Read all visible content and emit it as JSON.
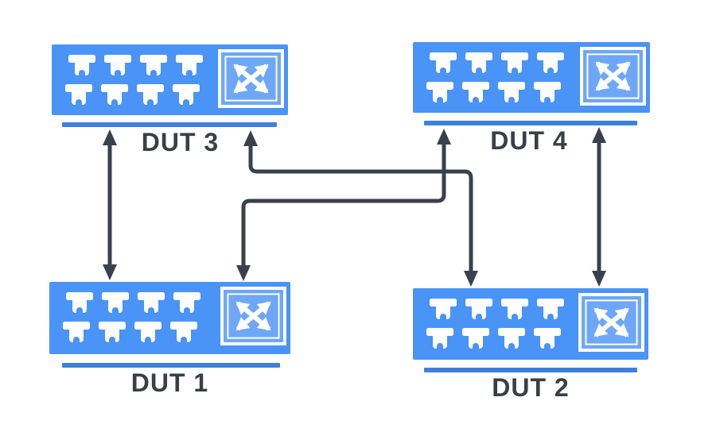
{
  "diagram": {
    "devices": [
      {
        "id": "dut-3",
        "label": "DUT 3",
        "position": "top-left",
        "ports": 8
      },
      {
        "id": "dut-4",
        "label": "DUT 4",
        "position": "top-right",
        "ports": 8
      },
      {
        "id": "dut-1",
        "label": "DUT 1",
        "position": "bottom-left",
        "ports": 8
      },
      {
        "id": "dut-2",
        "label": "DUT 2",
        "position": "bottom-right",
        "ports": 8
      }
    ],
    "connections": [
      {
        "from": "DUT 3",
        "to": "DUT 1",
        "bidirectional": true,
        "route": "straight-vertical-left"
      },
      {
        "from": "DUT 4",
        "to": "DUT 2",
        "bidirectional": true,
        "route": "straight-vertical-right"
      },
      {
        "from": "DUT 3",
        "to": "DUT 2",
        "bidirectional": true,
        "route": "stepped-cross-upper"
      },
      {
        "from": "DUT 4",
        "to": "DUT 1",
        "bidirectional": true,
        "route": "stepped-cross-lower"
      }
    ],
    "icons": [
      "ethernet-port-icon",
      "crossconnect-switch-icon"
    ],
    "colors": {
      "background": "#ffffff",
      "device_fill": "#4a93f7",
      "underline": "#3e80dd",
      "icon_fill": "#6fa7f8",
      "icon_stroke": "#ffffff",
      "port": "#ffffff",
      "connector": "#3a414d",
      "label": "#3a3f46"
    }
  }
}
